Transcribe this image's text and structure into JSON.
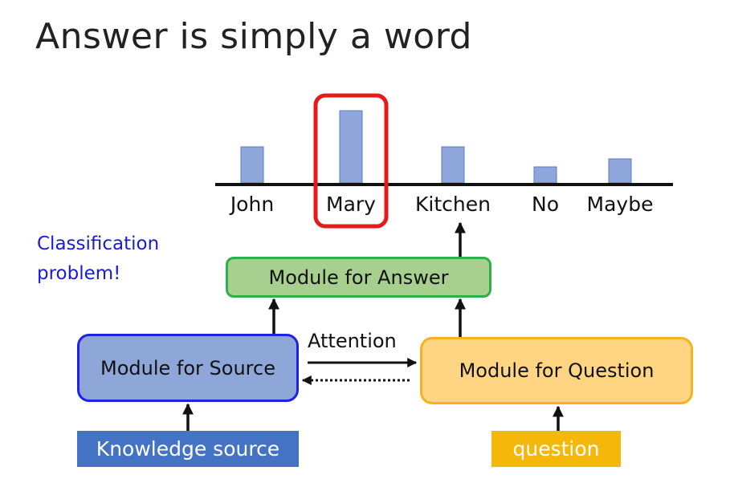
{
  "title": "Answer is simply a word",
  "note": "Classification problem!",
  "chart_data": {
    "type": "bar",
    "categories": [
      "John",
      "Mary",
      "Kitchen",
      "No",
      "Maybe"
    ],
    "values": [
      45,
      90,
      45,
      20,
      30
    ],
    "ylim": [
      0,
      100
    ],
    "highlight_index": 1,
    "highlight_color": "#e8191d",
    "bar_color": "#8fa6db"
  },
  "modules": {
    "answer": "Module for Answer",
    "source": "Module for Source",
    "question": "Module for Question"
  },
  "inputs": {
    "knowledge": "Knowledge source",
    "question": "question"
  },
  "attention_label": "Attention",
  "colors": {
    "note_blue": "#1a1adb",
    "answer_fill": "#a7d08e",
    "answer_border": "#2db04a",
    "source_fill": "#8ea6d8",
    "source_border": "#1f22e6",
    "question_fill": "#ffd584",
    "question_border": "#f5b21e",
    "knowledge_fill": "#4472c4",
    "question_input_fill": "#f6b70b"
  }
}
